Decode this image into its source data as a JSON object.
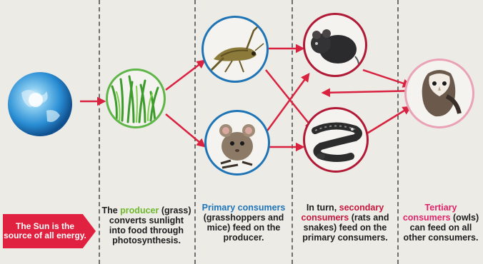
{
  "captions": {
    "sun": "The Sun is the source of all energy.",
    "producer": {
      "pre": "The ",
      "hl": "producer",
      "post": " (grass) converts sunlight into food through photosynthesis."
    },
    "primary": {
      "hl": "Primary consumers",
      "post": " (grasshoppers and mice) feed on the producer."
    },
    "secondary": {
      "pre": "In turn, ",
      "hl": "secondary consumers",
      "post": " (rats and snakes) feed on the primary consumers."
    },
    "tertiary": {
      "hl": "Tertiary consumers",
      "post": " (owls) can feed on all other consumers."
    }
  },
  "colors": {
    "arrow": "#d8223f",
    "ring_green": "#5fb548",
    "ring_blue": "#1f74b5",
    "ring_red": "#b01a36",
    "ring_pink": "#e9a2b6",
    "sun_box": "#e0213f"
  },
  "icons": {
    "sun": "earth-globe-icon",
    "producer": "grass-icon",
    "grasshopper": "grasshopper-icon",
    "mouse": "mouse-icon",
    "rat": "rat-icon",
    "snake": "snake-icon",
    "owl": "owl-icon"
  }
}
